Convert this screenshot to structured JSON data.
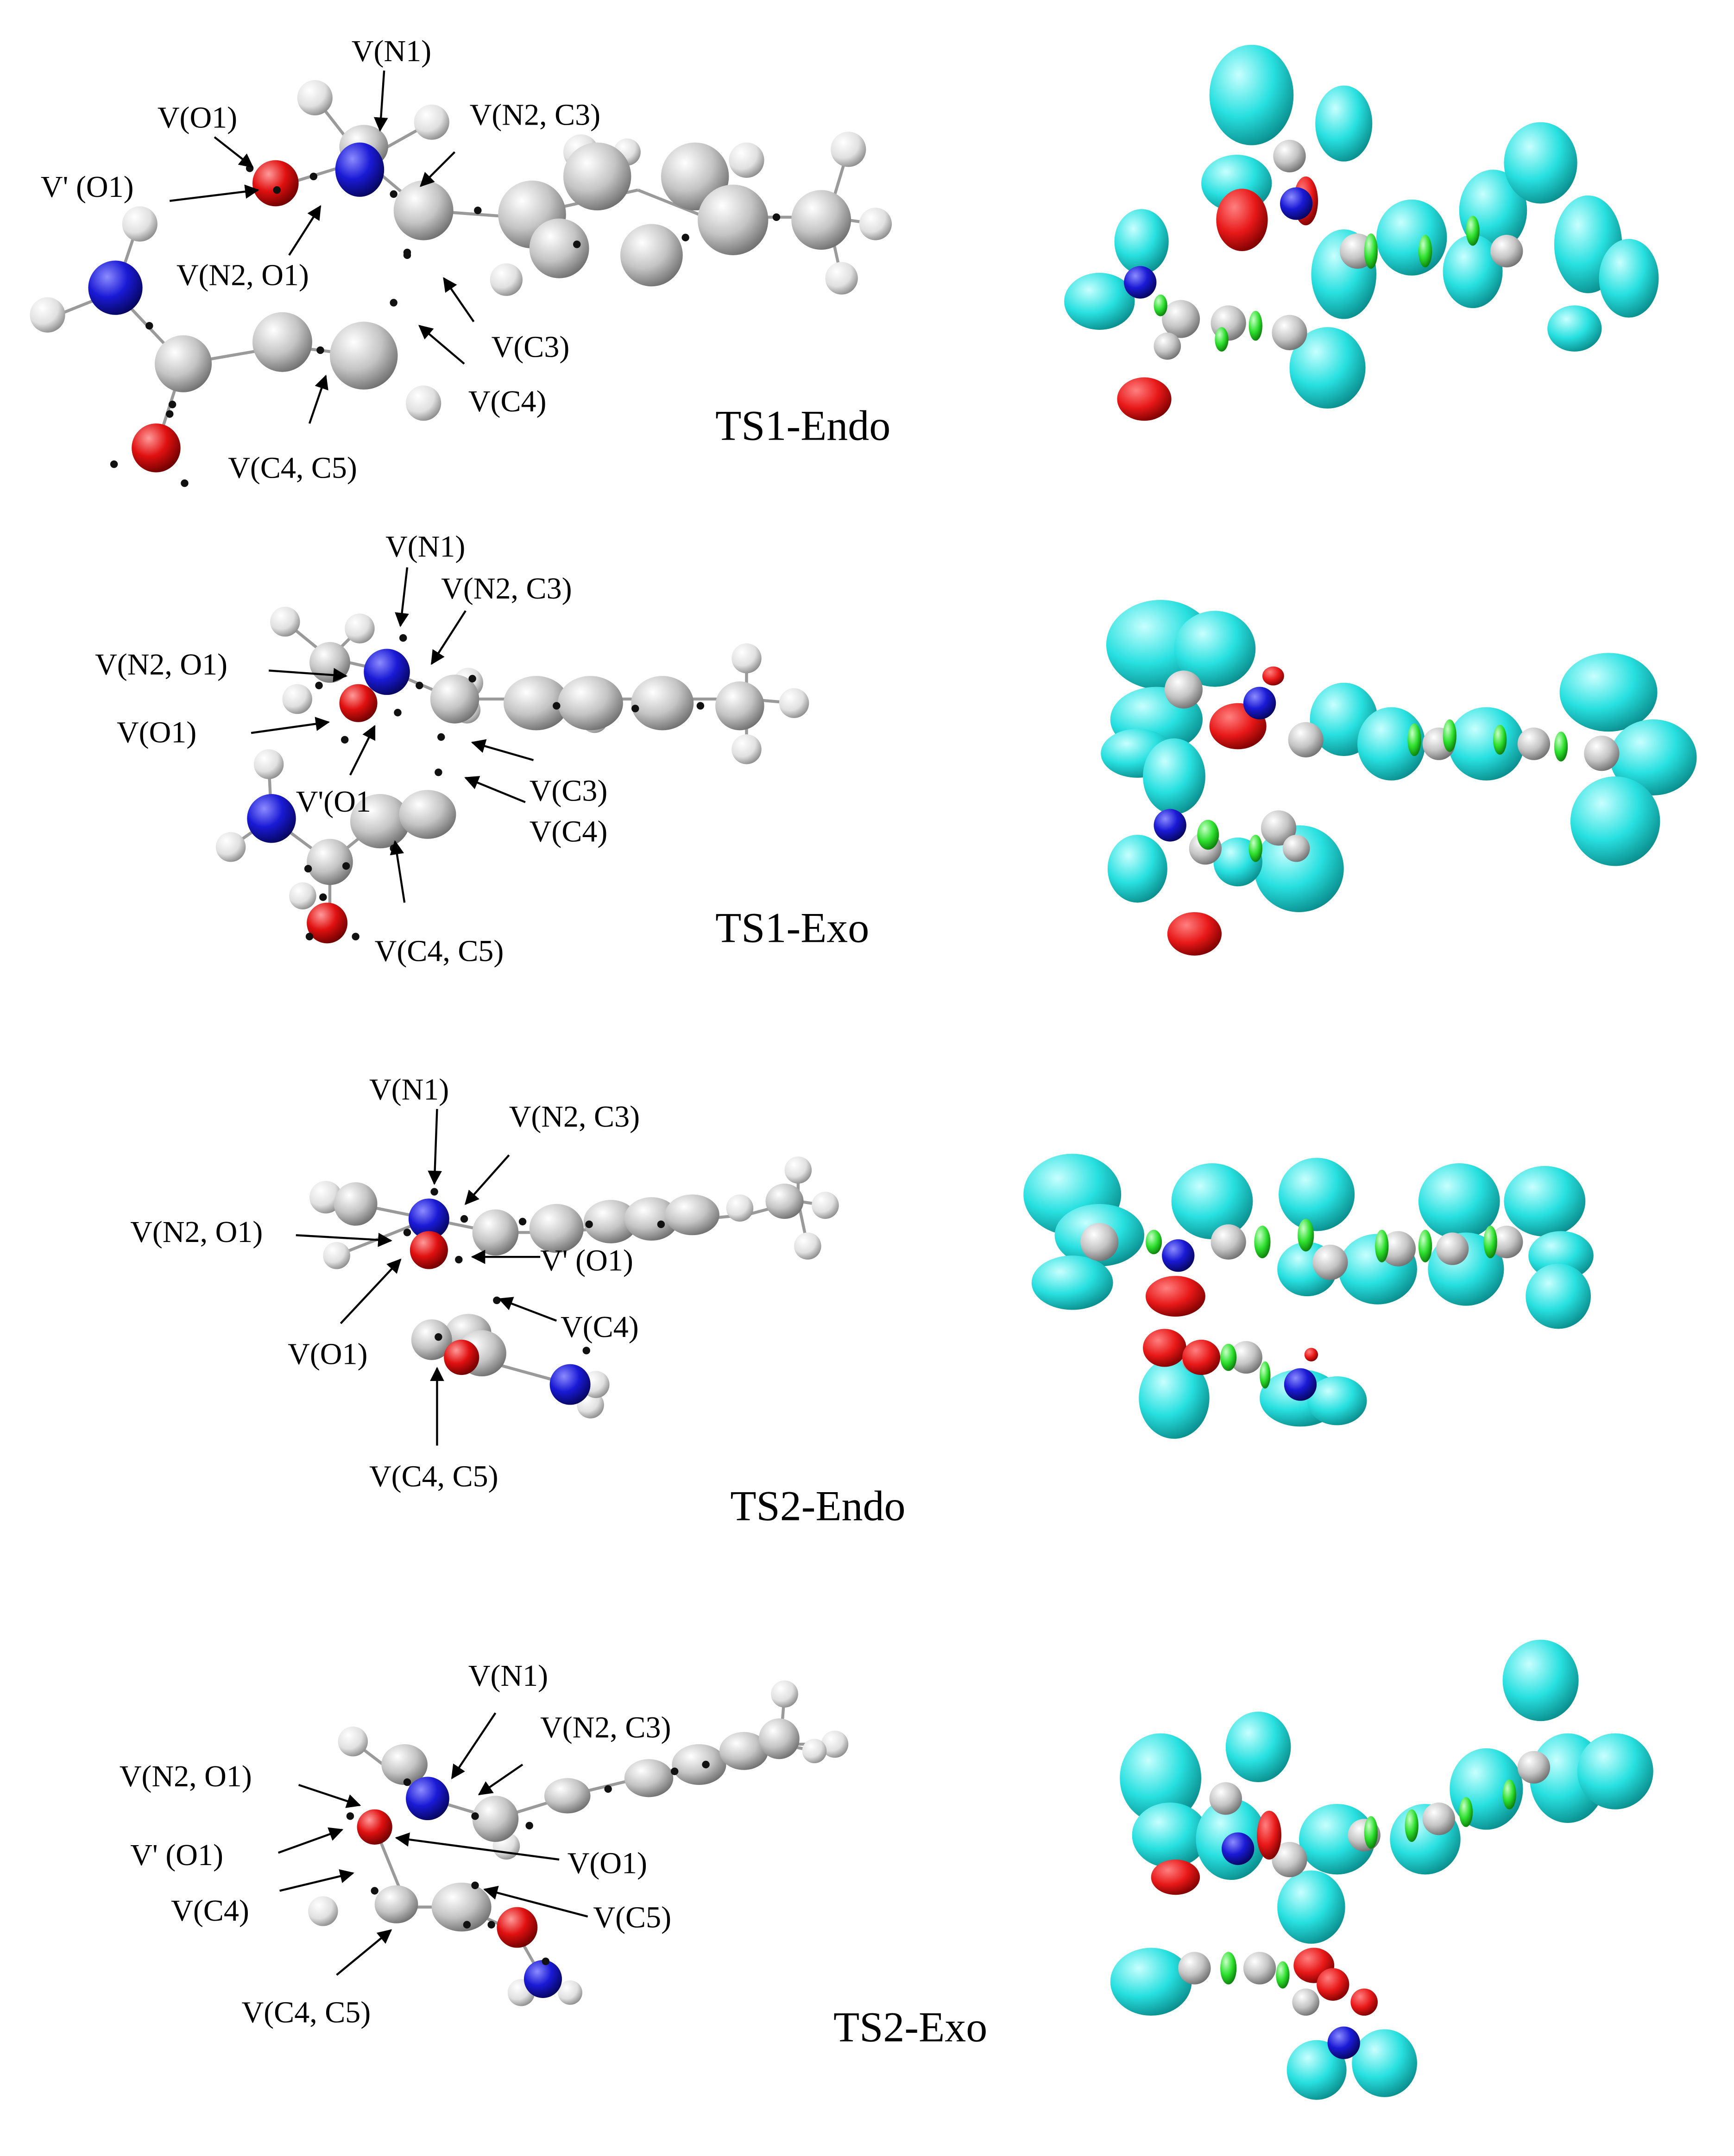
{
  "panels": [
    {
      "title": "TS1-Endo",
      "labels": [
        "V(N1)",
        "V(O1)",
        "V(N2, C3)",
        "V' (O1)",
        "V(N2, O1)",
        "V(C3)",
        "V(C4)",
        "V(C4, C5)"
      ]
    },
    {
      "title": "TS1-Exo",
      "labels": [
        "V(N1)",
        "V(N2, C3)",
        "V(N2, O1)",
        "V(O1)",
        "V'(O1",
        "V(C3)",
        "V(C4)",
        "V(C4, C5)"
      ]
    },
    {
      "title": "TS2-Endo",
      "labels": [
        "V(N1)",
        "V(N2, C3)",
        "V(N2, O1)",
        "V' (O1)",
        "V(O1)",
        "V(C4)",
        "V(C4, C5)"
      ]
    },
    {
      "title": "TS2-Exo",
      "labels": [
        "V(N1)",
        "V(N2, C3)",
        "V(N2, O1)",
        "V' (O1)",
        "V(O1)",
        "V(C4)",
        "V(C5)",
        "V(C4, C5)"
      ]
    }
  ],
  "colors": {
    "nitrogen": "#1a1ad6",
    "oxygen": "#e01010",
    "carbon": "#c8c8c8",
    "hydrogen": "#e6e6e6",
    "basin_cyan": "#28e0e0",
    "basin_red": "#e81818",
    "basin_green": "#2ee02e",
    "attractor": "#111111"
  }
}
